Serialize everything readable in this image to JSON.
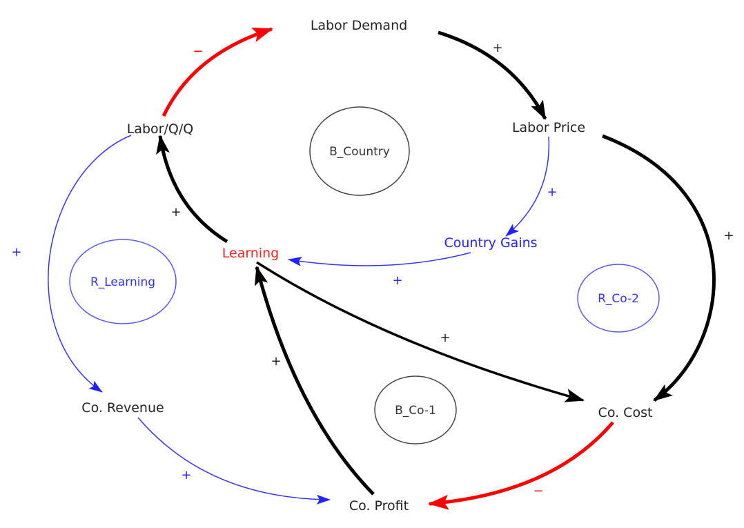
{
  "colors": {
    "positive_link": "#000000",
    "negative_link": "#ff0000",
    "info_link": "#3333ff",
    "learning": "#ff2020",
    "balancing_loop": "#333333",
    "reinforcing_loop": "#3333ff"
  },
  "nodes": {
    "labor_demand": "Labor Demand",
    "labor_price": "Labor Price",
    "labor_qq": "Labor/Q/Q",
    "learning": "Learning",
    "country_gains": "Country Gains",
    "co_revenue": "Co. Revenue",
    "co_cost": "Co. Cost",
    "co_profit": "Co. Profit"
  },
  "loops": {
    "b_country": "B_Country",
    "r_learning": "R_Learning",
    "r_co2": "R_Co-2",
    "b_co1": "B_Co-1"
  },
  "links": [
    {
      "from": "Labor/Q/Q",
      "to": "Labor Demand",
      "polarity": "−"
    },
    {
      "from": "Labor Demand",
      "to": "Labor Price",
      "polarity": "+"
    },
    {
      "from": "Labor Price",
      "to": "Country Gains",
      "polarity": "+"
    },
    {
      "from": "Country Gains",
      "to": "Learning",
      "polarity": "+"
    },
    {
      "from": "Learning",
      "to": "Labor/Q/Q",
      "polarity": "+"
    },
    {
      "from": "Labor/Q/Q",
      "to": "Co. Revenue",
      "polarity": "+"
    },
    {
      "from": "Labor Price",
      "to": "Co. Cost",
      "polarity": "+"
    },
    {
      "from": "Learning",
      "to": "Co. Cost",
      "polarity": "+"
    },
    {
      "from": "Co. Cost",
      "to": "Co. Profit",
      "polarity": "−"
    },
    {
      "from": "Co. Profit",
      "to": "Learning",
      "polarity": "+"
    },
    {
      "from": "Co. Revenue",
      "to": "Co. Profit",
      "polarity": "+"
    }
  ]
}
